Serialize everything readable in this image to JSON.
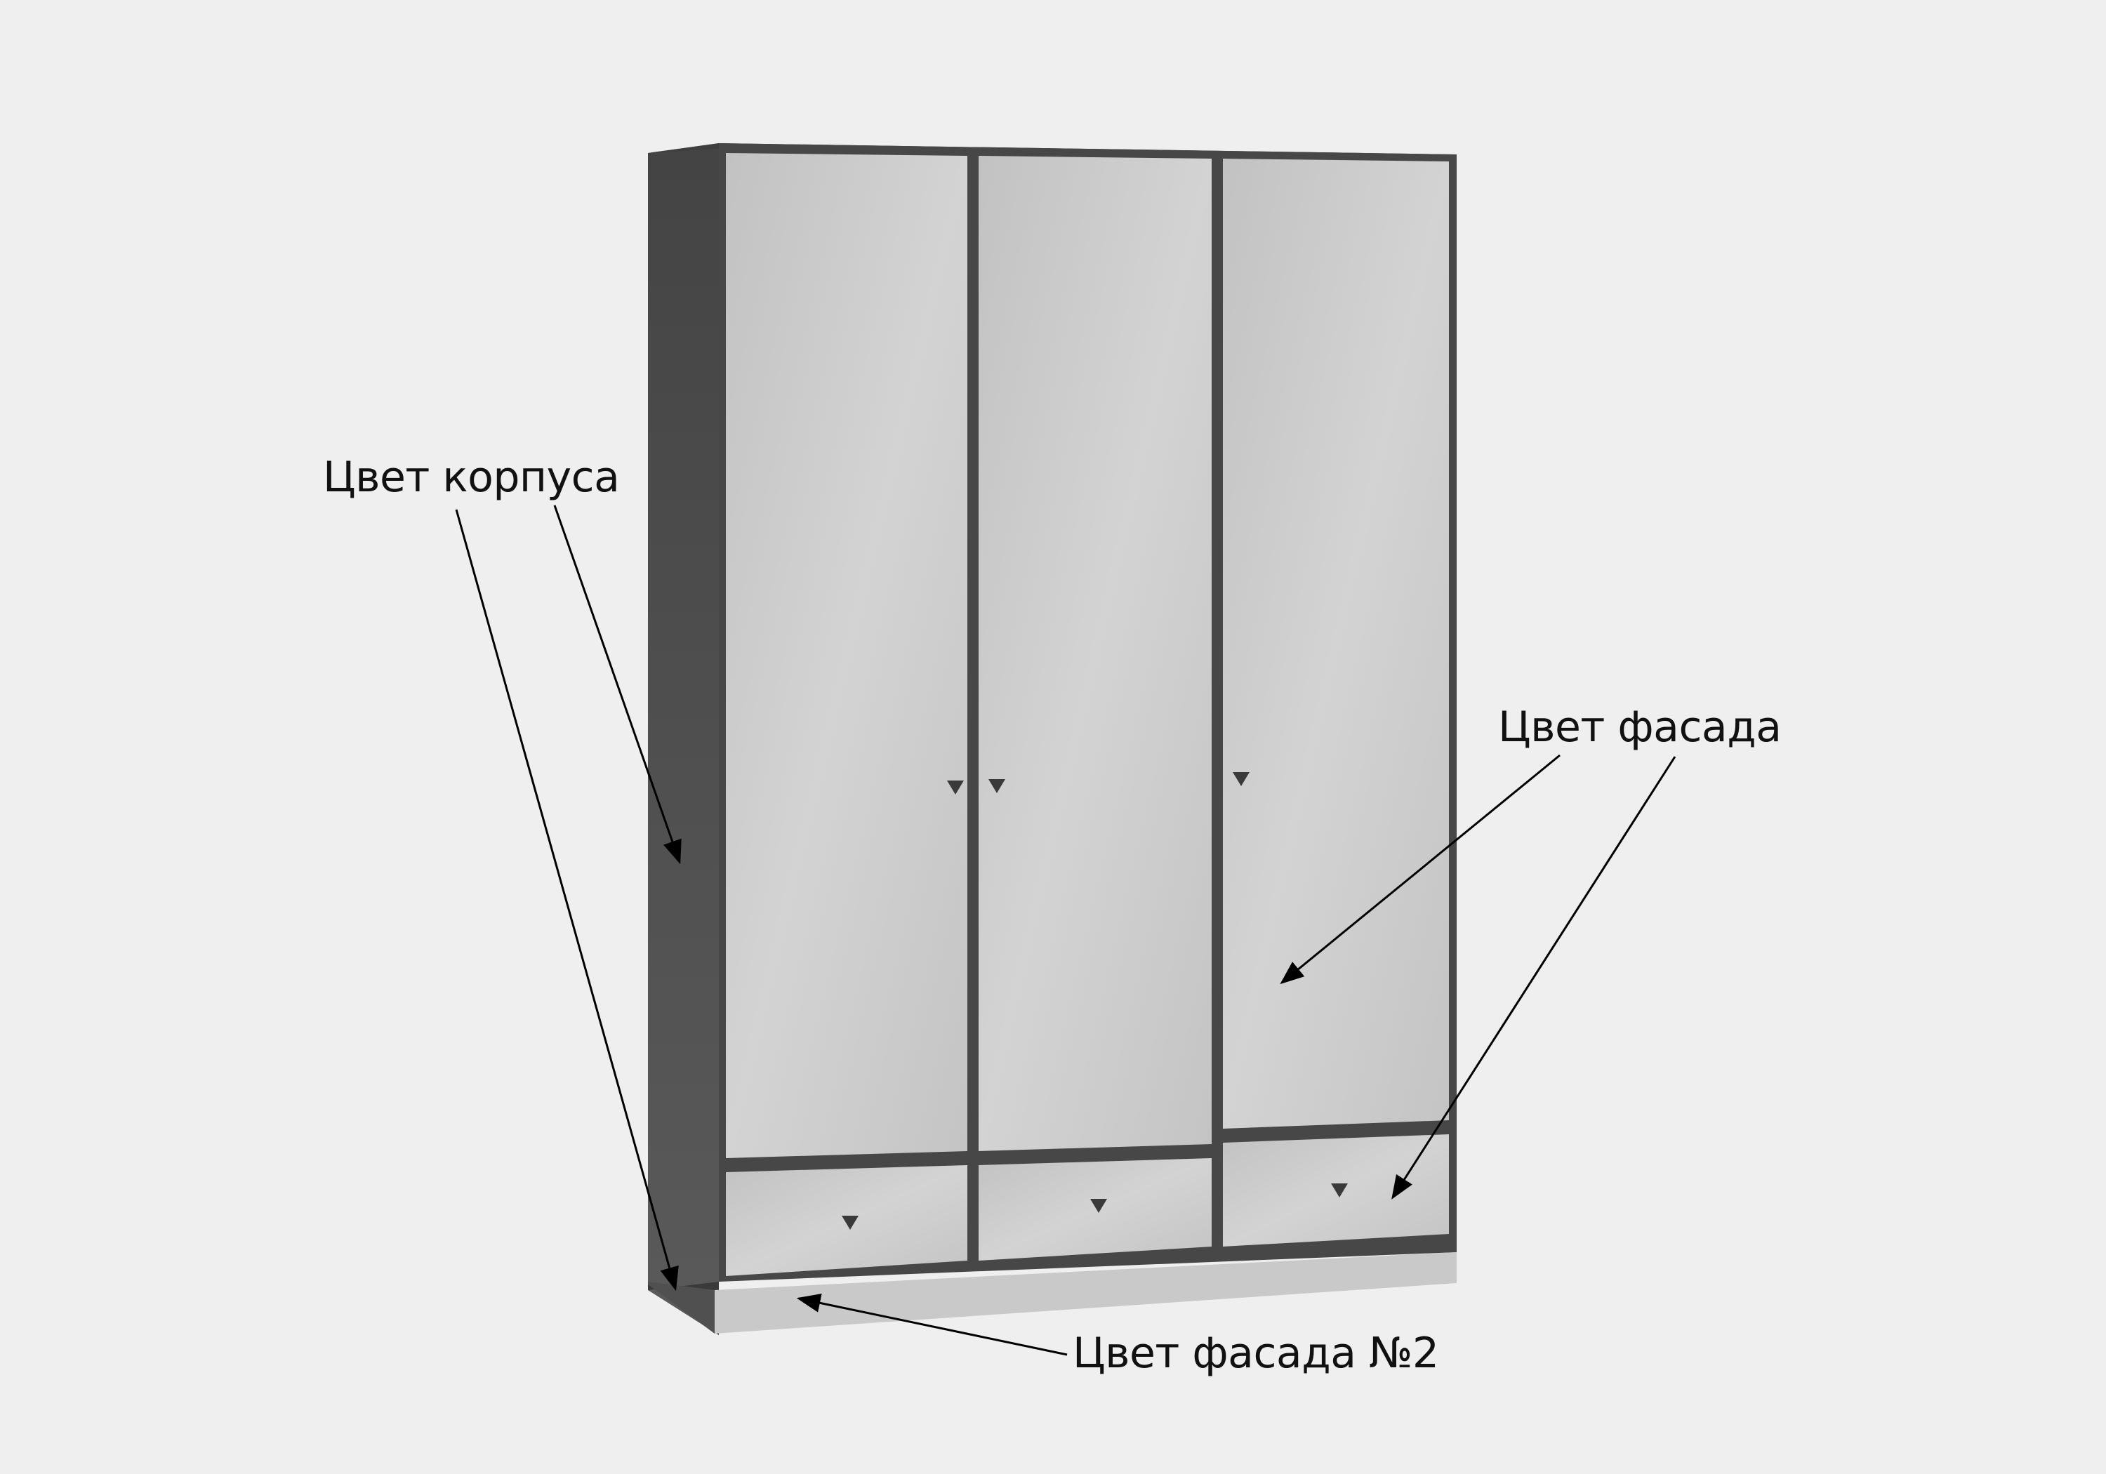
{
  "labels": {
    "body_color": "Цвет корпуса",
    "facade_color": "Цвет фасада",
    "facade_color_2": "Цвет фасада №2"
  },
  "colors": {
    "background": "#efefef",
    "body": "#4b4b4b",
    "facade": "#cfcfcf",
    "facade_2": "#c9c9c9",
    "handle": "#3a3a3a",
    "annotation": "#000000"
  }
}
